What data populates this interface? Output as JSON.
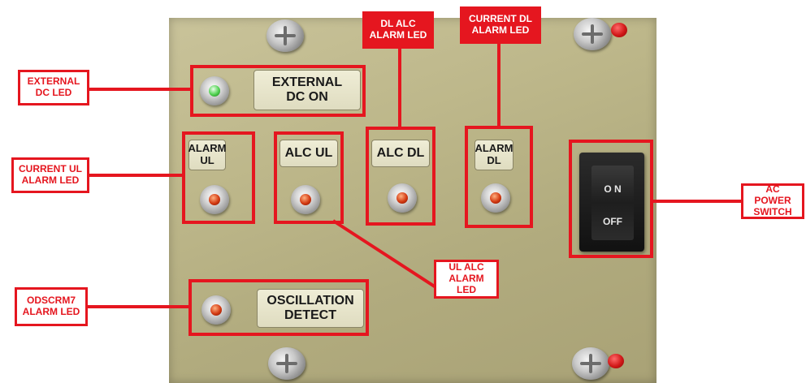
{
  "panel_plates": {
    "external_dc_on": "EXTERNAL\nDC ON",
    "alarm_ul": "ALARM\nUL",
    "alc_ul": "ALC UL",
    "alc_dl": "ALC DL",
    "alarm_dl": "ALARM\nDL",
    "oscillation_detect": "OSCILLATION\nDETECT"
  },
  "switch": {
    "on": "O N",
    "off": "OFF"
  },
  "callouts": {
    "external_dc_led": "EXTERNAL\nDC LED",
    "current_ul_alarm_led": "CURRENT UL\nALARM LED",
    "odscrm7_alarm_led": "ODSCRM7\nALARM LED",
    "dl_alc_alarm_led": "DL ALC\nALARM LED",
    "current_dl_alarm_led": "CURRENT DL\nALARM LED",
    "ul_alc_alarm_led": "UL ALC\nALARM LED",
    "ac_power_switch": "AC POWER\nSWITCH"
  },
  "colors": {
    "callout_red": "#e5161f",
    "panel": "#bdb78a",
    "led_red": "#d33a12",
    "led_green": "#4fd14f"
  }
}
